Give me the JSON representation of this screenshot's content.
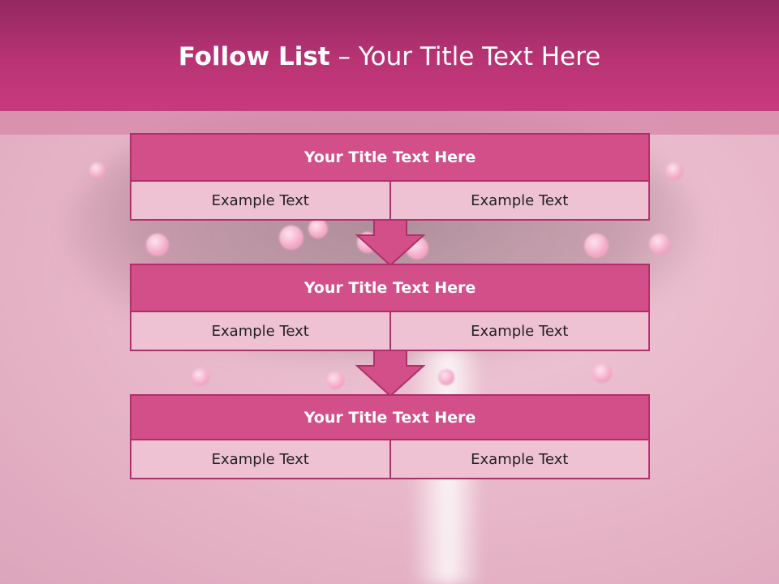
{
  "slide": {
    "title_bold": "Follow List",
    "title_rest": " – Your Title Text Here"
  },
  "blocks": [
    {
      "title": "Your Title Text Here",
      "left": "Example Text",
      "right": "Example Text"
    },
    {
      "title": "Your Title Text Here",
      "left": "Example Text",
      "right": "Example Text"
    },
    {
      "title": "Your Title Text Here",
      "left": "Example Text",
      "right": "Example Text"
    }
  ],
  "colors": {
    "header": "#b93474",
    "block_title": "#d24f89",
    "block_cell": "#efc2d3",
    "border": "#b02f6b"
  }
}
